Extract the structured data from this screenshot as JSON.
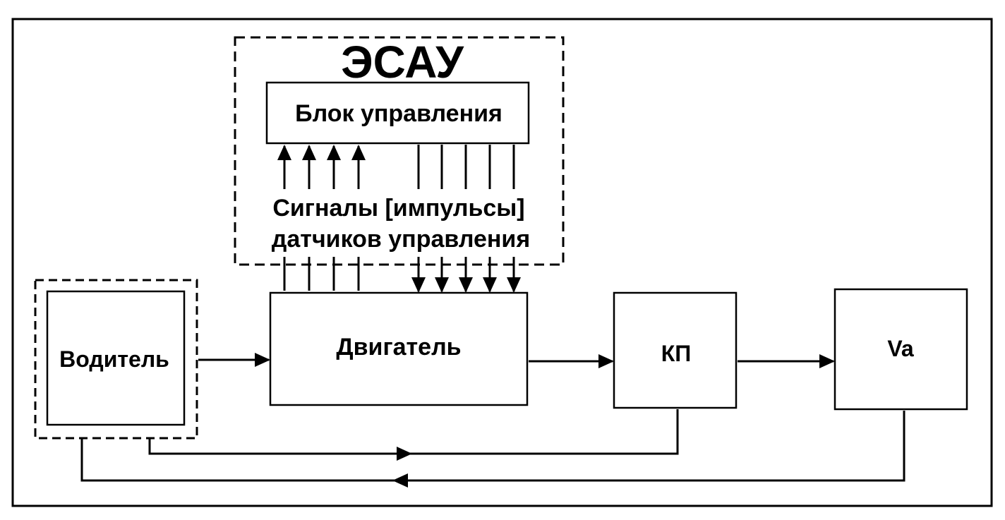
{
  "diagram": {
    "esau_label": "ЭСАУ",
    "control_unit_label": "Блок управления",
    "signals_line1": "Сигналы [импульсы]",
    "signals_line2": "датчиков управления",
    "driver_label": "Водитель",
    "engine_label": "Двигатель",
    "gearbox_label": "КП",
    "speed_label": "Va",
    "line_color": "#000000",
    "background": "#ffffff"
  }
}
